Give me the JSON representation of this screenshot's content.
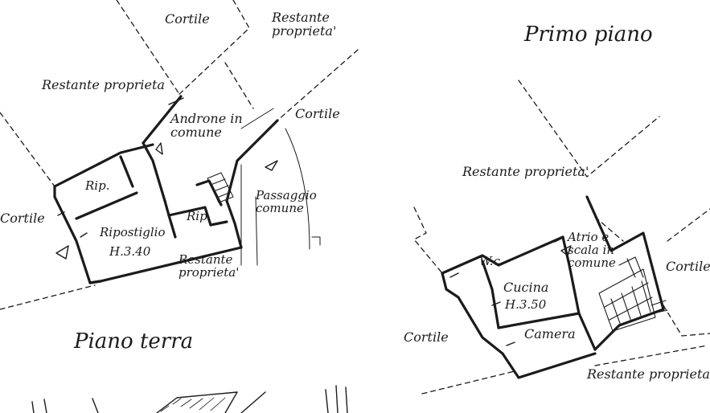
{
  "floors": {
    "ground": {
      "title": "Piano terra",
      "labels": {
        "cortile_top": "Cortile",
        "restante_top": "Restante proprieta'",
        "restante_left": "Restante proprieta",
        "androne": "Androne in comune",
        "cortile_right": "Cortile",
        "rip_left": "Rip.",
        "rip_right": "Rip.",
        "passaggio": "Passaggio comune",
        "cortile_left": "Cortile",
        "ripostiglio": "Ripostiglio",
        "ripostiglio_height": "H.3.40",
        "restante_bottom": "Restante proprieta'"
      }
    },
    "first": {
      "title": "Primo piano",
      "labels": {
        "restante_top": "Restante proprieta'",
        "atrio": "Atrio e scala in comune",
        "wc": "W.c.",
        "cucina": "Cucina",
        "cucina_height": "H.3.50",
        "cortile_right": "Cortile",
        "cortile_left": "Cortile",
        "camera": "Camera",
        "restante_bottom": "Restante proprieta'"
      }
    }
  },
  "colors": {
    "ink": "#1b1b1b",
    "paper": "#ffffff"
  }
}
